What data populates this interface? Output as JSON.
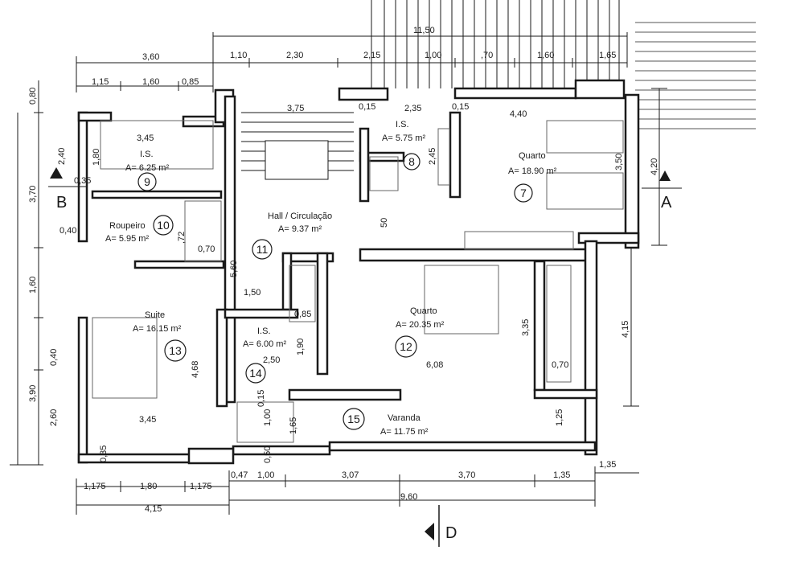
{
  "colors": {
    "ink": "#1a1a1a",
    "wall_fill": "#ffffff",
    "paper": "#ffffff"
  },
  "rooms": {
    "r7": {
      "name": "Quarto",
      "area": "A= 18.90 m²",
      "number": "7"
    },
    "r8": {
      "name": "I.S.",
      "area": "A= 5.75 m²",
      "number": "8"
    },
    "r9": {
      "name": "I.S.",
      "area": "A= 6.25 m²",
      "number": "9"
    },
    "r10": {
      "name": "Roupeiro",
      "area": "A= 5.95 m²",
      "number": "10"
    },
    "r11": {
      "name": "Hall / Circulação",
      "area": "A= 9.37 m²",
      "number": "11"
    },
    "r12": {
      "name": "Quarto",
      "area": "A= 20.35 m²",
      "number": "12"
    },
    "r13": {
      "name": "Suite",
      "area": "A= 16.15 m²",
      "number": "13"
    },
    "r14": {
      "name": "I.S.",
      "area": "A= 6.00 m²",
      "number": "14"
    },
    "r15": {
      "name": "Varanda",
      "area": "A= 11.75 m²",
      "number": "15"
    }
  },
  "dimensions": {
    "top": {
      "d11_50": "11,50",
      "d3_60": "3,60",
      "d1_10": "1,10",
      "d2_30": "2,30",
      "d2_15": "2,15",
      "d1_00": "1,00",
      "d_70": ",70",
      "d1_60": "1,60",
      "d1_65": "1,65",
      "d1_15": "1,15",
      "d1_60b": "1,60",
      "d0_85": "0,85"
    },
    "left": {
      "d0_80": "0,80",
      "d3_70": "3,70",
      "d2_40": "2,40",
      "d0_40": "0,40",
      "d1_60": "1,60",
      "d3_90": "3,90",
      "d0_40b": "0,40",
      "d2_60": "2,60"
    },
    "right": {
      "d4_20": "4,20",
      "d4_15": "4,15",
      "d1_35": "1,35"
    },
    "bottom": {
      "d1_175": "1,175",
      "d1_80": "1,80",
      "d1_175b": "1,175",
      "d4_15": "4,15",
      "d0_47": "0,47",
      "d1_00": "1,00",
      "d3_07": "3,07",
      "d3_70": "3,70",
      "d1_35": "1,35",
      "d9_60": "9,60"
    },
    "interior": {
      "d3_75": "3,75",
      "d0_15a": "0,15",
      "d2_35": "2,35",
      "d0_15b": "0,15",
      "d4_40": "4,40",
      "d2_45": "2,45",
      "d3_50": "3,50",
      "d3_45a": "3,45",
      "d1_80": "1,80",
      "d0_35a": "0,35",
      "d_72": ",72",
      "d0_70a": "0,70",
      "d5_60": "5,60",
      "d50": "50",
      "d1_50": "1,50",
      "d0_85": "0,85",
      "d2_50": "2,50",
      "d1_90": "1,90",
      "d3_35": "3,35",
      "d6_08": "6,08",
      "d0_70b": "0,70",
      "d4_68": "4,68",
      "d3_45b": "3,45",
      "d0_15c": "0,15",
      "d1_00": "1,00",
      "d1_65": "1,65",
      "d0_50": "0,50",
      "d1_25": "1,25",
      "d0_35b": "0,35"
    }
  },
  "section_markers": {
    "a": "A",
    "b": "B",
    "d": "D"
  }
}
